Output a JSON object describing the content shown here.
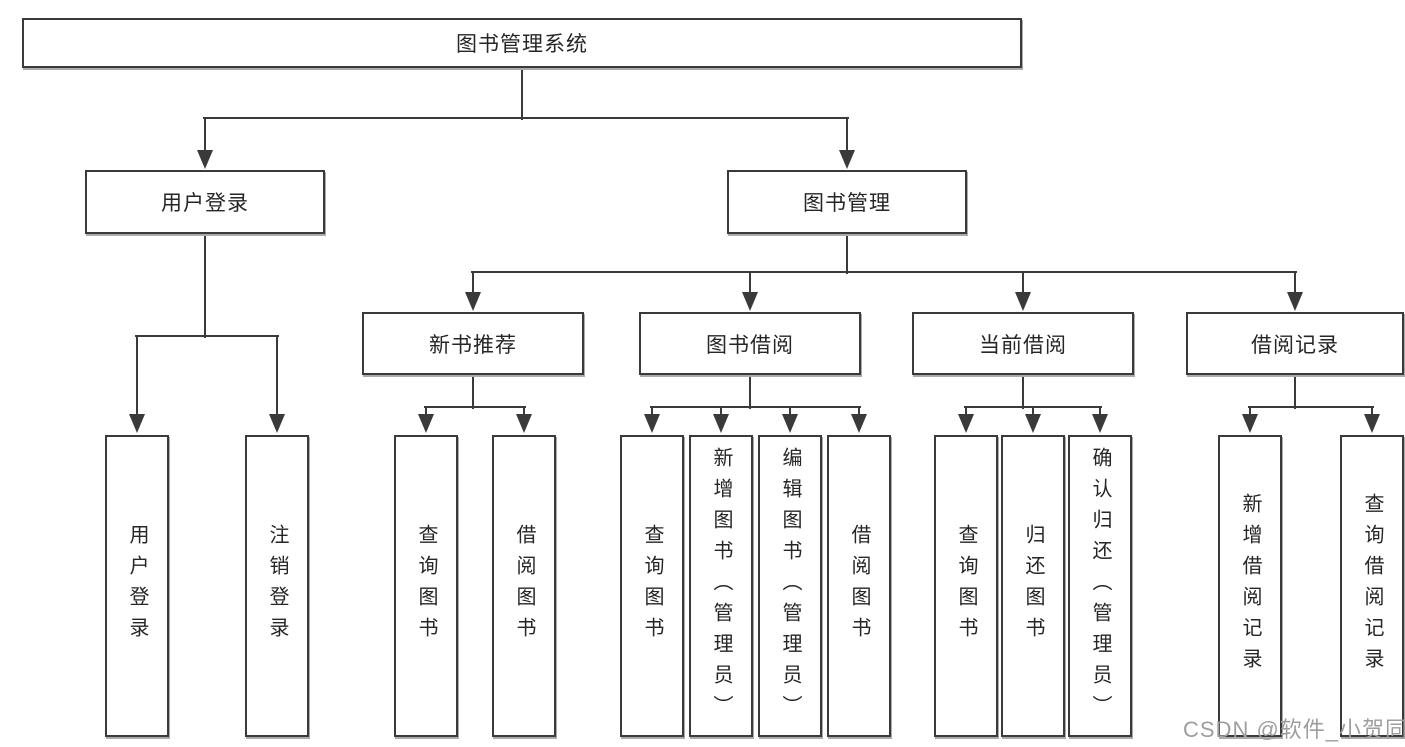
{
  "nodes": {
    "root": "图书管理系统",
    "user_login": "用户登录",
    "book_mgmt": "图书管理",
    "new_book": "新书推荐",
    "book_borrow": "图书借阅",
    "current_borrow": "当前借阅",
    "borrow_record": "借阅记录"
  },
  "leaves": {
    "user_login": [
      "用户登录",
      "注销登录"
    ],
    "new_book": [
      "查询图书",
      "借阅图书"
    ],
    "book_borrow": [
      "查询图书",
      "新增图书（管理员）",
      "编辑图书（管理员）",
      "借阅图书"
    ],
    "current_borrow": [
      "查询图书",
      "归还图书",
      "确认归还（管理员）"
    ],
    "borrow_record": [
      "新增借阅记录",
      "查询借阅记录"
    ]
  },
  "watermark": {
    "text": "CSDN @软件_小贺同学"
  },
  "colors": {
    "line": "#3a3a3a",
    "box_border": "#3a3a3a",
    "box_shadow": "#ababab",
    "text": "#262626",
    "watermark": "#9e9e9e",
    "background": "#ffffff"
  }
}
